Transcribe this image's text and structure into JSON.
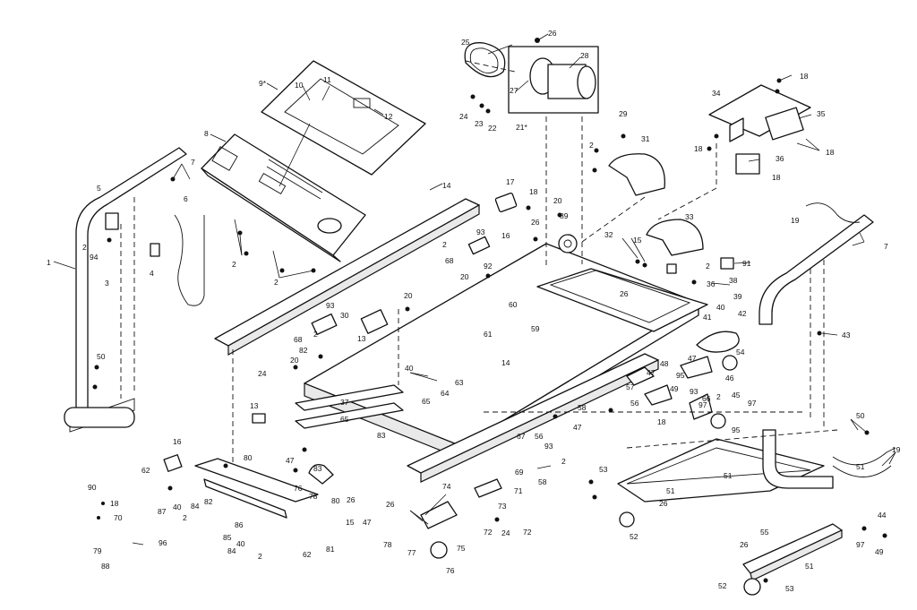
{
  "labels": {
    "l1": "1",
    "l2": "2",
    "l3": "3",
    "l4": "4",
    "l5": "5",
    "l6": "6",
    "l7": "7",
    "l8": "8",
    "l9": "9*",
    "l10": "10",
    "l11": "11",
    "l12": "12",
    "l13": "13",
    "l14": "14",
    "l15": "15",
    "l16": "16",
    "l17": "17",
    "l18": "18",
    "l19": "19",
    "l20": "20",
    "l21": "21*",
    "l22": "22",
    "l23": "23",
    "l24": "24",
    "l25": "25",
    "l26": "26",
    "l27": "27",
    "l28": "28",
    "l29": "29",
    "l30": "30",
    "l31": "31",
    "l32": "32",
    "l33": "33",
    "l34": "34",
    "l35": "35",
    "l36": "36",
    "l37": "37",
    "l38": "38",
    "l39": "39",
    "l40": "40",
    "l41": "41",
    "l42": "42",
    "l43": "43",
    "l44": "44",
    "l45": "45",
    "l46": "46",
    "l47": "47",
    "l48": "48",
    "l49": "49",
    "l50": "50",
    "l51": "51",
    "l52": "52",
    "l53": "53",
    "l54": "54",
    "l55": "55",
    "l56": "56",
    "l57": "57",
    "l58": "58",
    "l59": "59",
    "l60": "60",
    "l61": "61",
    "l62": "62",
    "l63": "63",
    "l64": "64",
    "l65": "65",
    "l66": "66",
    "l67": "67",
    "l68": "68",
    "l69": "69",
    "l70": "70",
    "l71": "71",
    "l72": "72",
    "l73": "73",
    "l74": "74",
    "l75": "75",
    "l76": "76",
    "l77": "77",
    "l78": "78",
    "l79": "79",
    "l80": "80",
    "l81": "81",
    "l82": "82",
    "l83": "83",
    "l84": "84",
    "l85": "85",
    "l86": "86",
    "l87": "87",
    "l88": "88",
    "l89": "89",
    "l90": "90",
    "l91": "91",
    "l92": "92",
    "l93": "93",
    "l94": "94",
    "l95": "95",
    "l96": "96",
    "l97": "97"
  }
}
